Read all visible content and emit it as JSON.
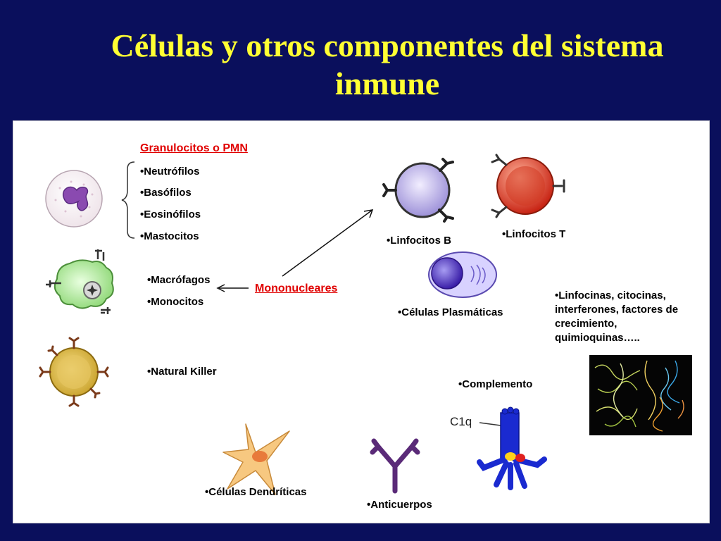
{
  "title": "Células y otros componentes del sistema inmune",
  "granulocitos": {
    "heading": "Granulocitos o PMN",
    "items": [
      "•Neutrófilos",
      "•Basófilos",
      "•Eosinófilos",
      "•Mastocitos"
    ]
  },
  "mononucleares": {
    "heading": "Mononucleares",
    "items": [
      "•Macrófagos",
      "•Monocitos"
    ]
  },
  "labels": {
    "natural_killer": "•Natural Killer",
    "linfocitos_b": "•Linfocitos B",
    "linfocitos_t": "•Linfocitos T",
    "plasmaticas": "•Células Plasmáticas",
    "linfocinas": "•Linfocinas, citocinas, interferones, factores de crecimiento, quimioquinas…..",
    "complemento": "•Complemento",
    "c1q": "C1q",
    "dendriticas": "•Células Dendríticas",
    "anticuerpos": "•Anticuerpos"
  },
  "colors": {
    "background": "#0a0f5c",
    "title": "#ffff33",
    "heading_red": "#e00000"
  }
}
